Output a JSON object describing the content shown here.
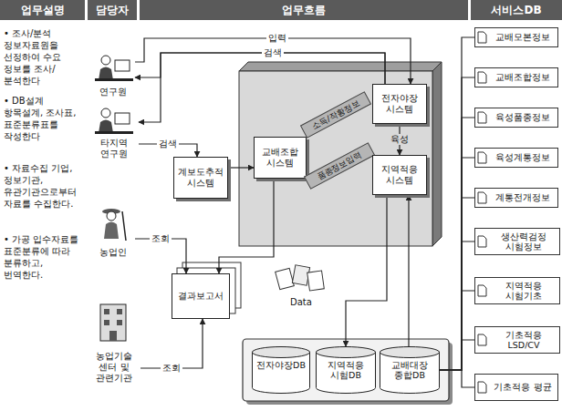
{
  "diagram": {
    "nodes": [
      {
        "text": [
          "업무설명"
        ]
      },
      {
        "text": [
          "담당자"
        ]
      },
      {
        "text": [
          "업무흐름"
        ]
      },
      {
        "text": [
          "서비스DB"
        ]
      },
      {
        "text": [
          "연구원"
        ]
      },
      {
        "text": [
          "타지역 연구원"
        ]
      },
      {
        "text": [
          "계보도추적 시스템"
        ]
      },
      {
        "text": [
          "교배조합 시스템"
        ]
      },
      {
        "text": [
          "소득/작황정보"
        ]
      },
      {
        "text": [
          "품종정보입력"
        ]
      },
      {
        "text": [
          "전자야장 시스템"
        ]
      },
      {
        "text": [
          "지역적응 시스템"
        ]
      },
      {
        "text": [
          "농업인"
        ]
      },
      {
        "text": [
          "결과보고서"
        ]
      },
      {
        "text": [
          "농업기술 센터 및 관련기관"
        ]
      },
      {
        "text": [
          "전자야장DB"
        ]
      },
      {
        "text": [
          "지역적응 시험DB"
        ]
      },
      {
        "text": [
          "교배대장 종합DB"
        ]
      },
      {
        "text": [
          "교배모본정보"
        ]
      },
      {
        "text": [
          "교배조합정보"
        ]
      },
      {
        "text": [
          "육성품종정보"
        ]
      },
      {
        "text": [
          "육성계통정보"
        ]
      },
      {
        "text": [
          "계통전개정보"
        ]
      },
      {
        "text": [
          "생산력검정 시험정보"
        ]
      },
      {
        "text": [
          "지역적응 시험기초"
        ]
      },
      {
        "text": [
          "기초적응 LSD/CV"
        ]
      },
      {
        "text": [
          "기초적응 평균"
        ]
      }
    ],
    "edges": [
      {
        "from": 4,
        "to": 10,
        "label": "입력",
        "arrow": "to"
      },
      {
        "from": 10,
        "to": 4,
        "label": "검색",
        "arrow": "to"
      },
      {
        "from": 10,
        "to": 5,
        "arrow": "to"
      },
      {
        "from": 5,
        "to": 6,
        "label": "검색",
        "arrow": "to"
      },
      {
        "from": 6,
        "to": 7,
        "arrow": "to"
      },
      {
        "from": 10,
        "to": 11,
        "label": "육성",
        "arrow": "to"
      },
      {
        "from": 11,
        "to": 16,
        "arrow": "to"
      },
      {
        "from": 17,
        "to": 11,
        "arrow": "to"
      },
      {
        "from": 7,
        "to": 13,
        "arrow": "to"
      },
      {
        "from": 12,
        "to": 13,
        "label": "조회",
        "arrow": "to"
      },
      {
        "from": 14,
        "to": 13,
        "label": "조회",
        "arrow": "to"
      },
      {
        "from": 17,
        "to": 18,
        "arrow": "none"
      },
      {
        "from": 17,
        "to": 19,
        "arrow": "none"
      },
      {
        "from": 17,
        "to": 20,
        "arrow": "none"
      },
      {
        "from": 17,
        "to": 21,
        "arrow": "none"
      },
      {
        "from": 17,
        "to": 22,
        "arrow": "none"
      },
      {
        "from": 17,
        "to": 23,
        "arrow": "none"
      },
      {
        "from": 17,
        "to": 24,
        "arrow": "none"
      },
      {
        "from": 17,
        "to": 25,
        "arrow": "none"
      },
      {
        "from": 17,
        "to": 26,
        "arrow": "none"
      }
    ],
    "labels": [
      "• 조사/분석 정보자료원을 선정하여 수요 정보를 조사/분석한다",
      "• DB설계 항목설계, 조사표, 표준분류표를 작성한다",
      "• 자료수집 기업, 정보기관, 유관기관으로부터 자료를 수집한다.",
      "• 가공 입수자료를 표준분류에 따라 분류하고, 번역한다.",
      "Data"
    ]
  }
}
